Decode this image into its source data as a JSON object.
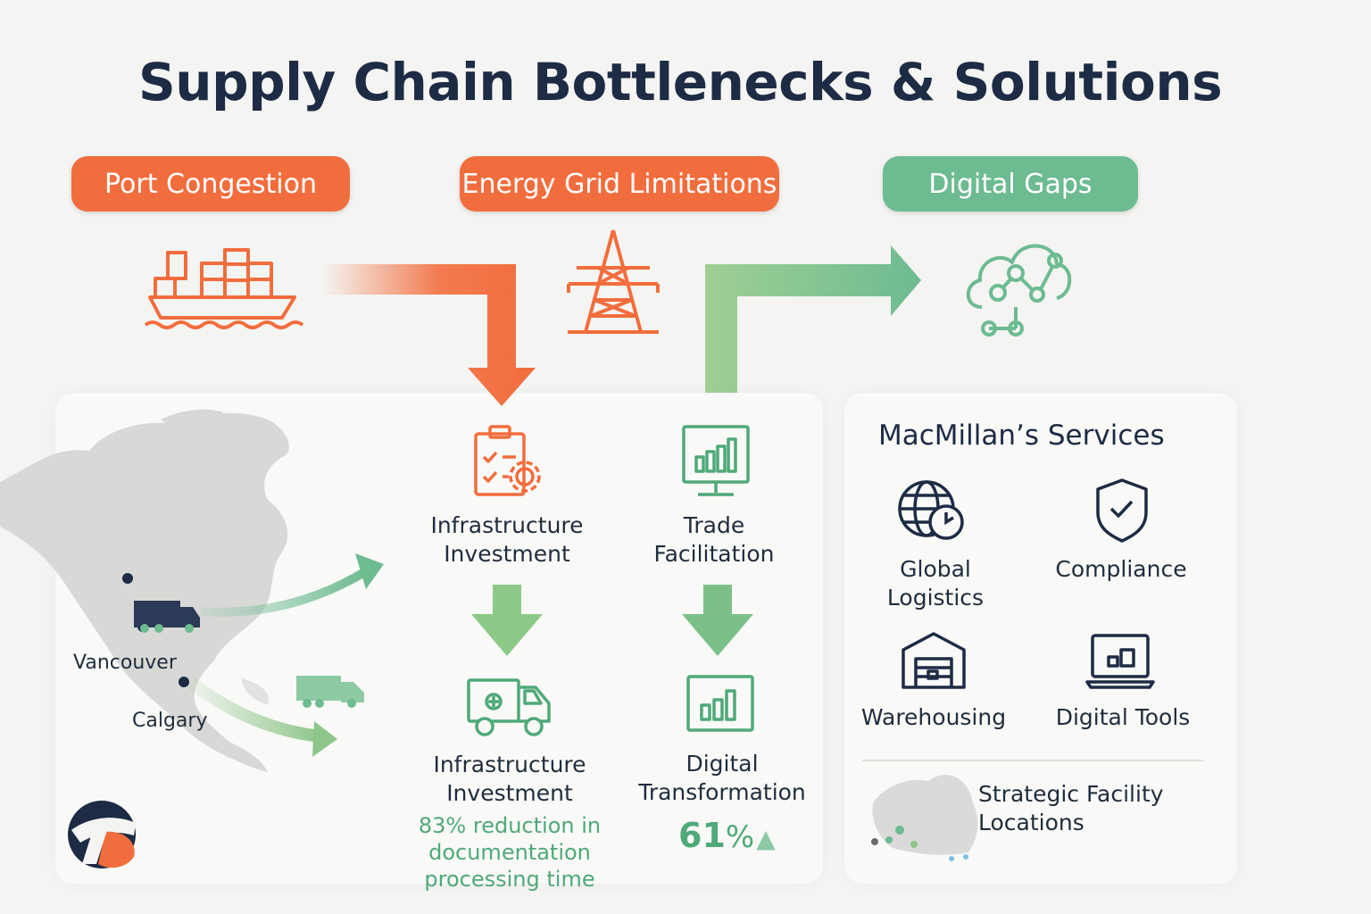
{
  "title": "Supply Chain Bottlenecks & Solutions",
  "bottlenecks": [
    {
      "label": "Port Congestion",
      "icon": "cargo-ship-icon",
      "color": "#f26d3d"
    },
    {
      "label": "Energy Grid Limitations",
      "icon": "power-tower-icon",
      "color": "#f26d3d"
    },
    {
      "label": "Digital Gaps",
      "icon": "cloud-network-icon",
      "color": "#6dbb91"
    }
  ],
  "map": {
    "cities": [
      "Vancouver",
      "Calgary"
    ]
  },
  "solutions": {
    "infrastructure_top": {
      "line1": "Infrastructure",
      "line2": "Investment",
      "icon": "clipboard-gear-icon"
    },
    "trade": {
      "line1": "Trade",
      "line2": "Facilitation",
      "icon": "monitor-chart-icon"
    },
    "infrastructure_bottom": {
      "line1": "Infrastructure",
      "line2": "Investment",
      "icon": "truck-icon"
    },
    "digital": {
      "line1": "Digital",
      "line2": "Transformation",
      "icon": "bar-chart-icon"
    },
    "stat_reduction": {
      "line1": "83% reduction in",
      "line2": "documentation",
      "line3": "processing time"
    },
    "stat_percent": {
      "value": "61",
      "unit": "%"
    }
  },
  "services": {
    "heading": "MacMillan’s Services",
    "items": [
      {
        "line1": "Global",
        "line2": "Logistics",
        "icon": "globe-clock-icon"
      },
      {
        "line1": "Compliance",
        "line2": "",
        "icon": "shield-check-icon"
      },
      {
        "line1": "Warehousing",
        "line2": "",
        "icon": "warehouse-icon"
      },
      {
        "line1": "Digital Tools",
        "line2": "",
        "icon": "laptop-icon"
      }
    ],
    "facility": {
      "line1": "Strategic Facility",
      "line2": "Locations"
    }
  },
  "colors": {
    "orange": "#f26d3d",
    "green": "#6dbb91",
    "navy": "#1d2b44",
    "truck": "#2a3a57"
  }
}
